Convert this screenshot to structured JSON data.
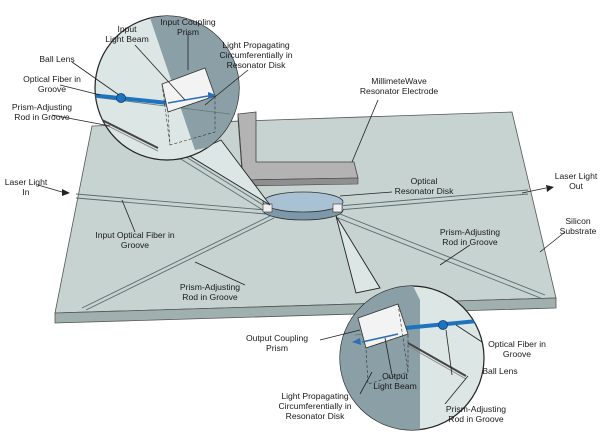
{
  "labels": {
    "input_coupling_prism": [
      "Input Coupling",
      "Prism"
    ],
    "input_light_beam": [
      "Input",
      "Light Beam"
    ],
    "light_propagating_top": [
      "Light Propagating",
      "Circumferentially in",
      "Resonator Disk"
    ],
    "ball_lens_top": [
      "Ball Lens"
    ],
    "optical_fiber_top": [
      "Optical Fiber in",
      "Groove"
    ],
    "prism_rod_top": [
      "Prism-Adjusting",
      "Rod in Groove"
    ],
    "millimeter_wave_electrode": [
      "MillimeteWave",
      "Resonator Electrode"
    ],
    "optical_resonator_disk": [
      "Optical",
      "Resonator Disk"
    ],
    "laser_light_in": [
      "Laser Light",
      "In"
    ],
    "laser_light_out": [
      "Laser Light",
      "Out"
    ],
    "input_optical_fiber": [
      "Input Optical Fiber in",
      "Groove"
    ],
    "prism_rod_right": [
      "Prism-Adjusting",
      "Rod in Groove"
    ],
    "silicon_substrate": [
      "Silicon",
      "Substrate"
    ],
    "prism_rod_bottom": [
      "Prism-Adjusting",
      "Rod in Groove"
    ],
    "output_coupling_prism": [
      "Output Coupling",
      "Prism"
    ],
    "optical_fiber_bottom": [
      "Optical Fiber in",
      "Groove"
    ],
    "output_light_beam": [
      "Output",
      "Light Beam"
    ],
    "ball_lens_bottom": [
      "Ball Lens"
    ],
    "light_propagating_bottom": [
      "Light Propagating",
      "Circumferentially in",
      "Resonator Disk"
    ],
    "prism_rod_bottom_right": [
      "Prism-Adjusting",
      "Rod in Groove"
    ]
  },
  "colors": {
    "substrate_top": "#c6d3d1",
    "substrate_edge": "#9fb0ae",
    "magnifier_fill": "#dce6e4",
    "shadow": "#8a9fa6",
    "fiber": "#1e73be",
    "beam": "#2b6fb8",
    "electrode": "#b3b3b3",
    "disk": "#a9c2d3"
  }
}
